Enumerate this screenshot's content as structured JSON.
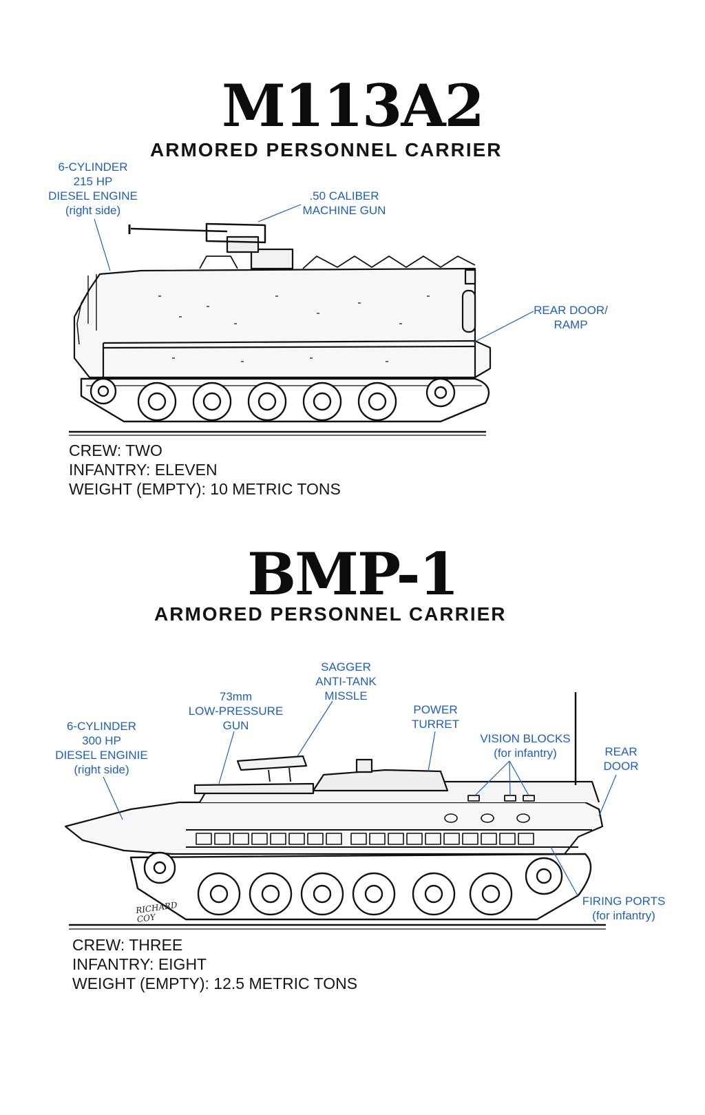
{
  "vehicles": [
    {
      "title": "M113A2",
      "subtitle": "ARMORED PERSONNEL CARRIER",
      "callouts": {
        "engine": [
          "6-CYLINDER",
          "215 HP",
          "DIESEL ENGINE",
          "(right side)"
        ],
        "gun": [
          ".50 CALIBER",
          "MACHINE GUN"
        ],
        "rear": [
          "REAR DOOR/",
          "RAMP"
        ]
      },
      "specs": [
        "CREW: TWO",
        "INFANTRY: ELEVEN",
        "WEIGHT (EMPTY): 10 METRIC TONS"
      ]
    },
    {
      "title": "BMP-1",
      "subtitle": "ARMORED PERSONNEL CARRIER",
      "callouts": {
        "engine": [
          "6-CYLINDER",
          "300 HP",
          "DIESEL ENGINIE",
          "(right side)"
        ],
        "gun": [
          "73mm",
          "LOW-PRESSURE",
          "GUN"
        ],
        "missile": [
          "SAGGER",
          "ANTI-TANK",
          "MISSLE"
        ],
        "turret": [
          "POWER",
          "TURRET"
        ],
        "vision": [
          "VISION BLOCKS",
          "(for infantry)"
        ],
        "rear": [
          "REAR",
          "DOOR"
        ],
        "ports": [
          "FIRING PORTS",
          "(for infantry)"
        ]
      },
      "specs": [
        "CREW: THREE",
        "INFANTRY: EIGHT",
        "WEIGHT (EMPTY): 12.5 METRIC TONS"
      ]
    }
  ],
  "signature": [
    "RICHARD",
    "COY"
  ],
  "colors": {
    "callout": "#1f5fb8",
    "ink": "#111111"
  }
}
